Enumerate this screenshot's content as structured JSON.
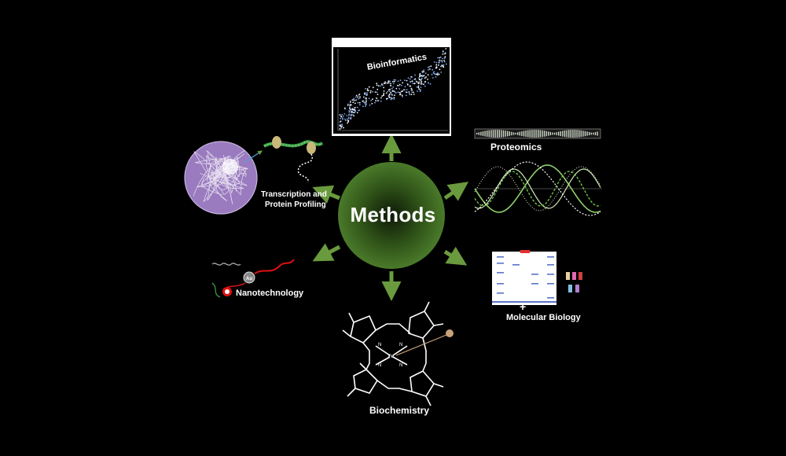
{
  "center": {
    "label": "Methods"
  },
  "nodes": {
    "bioinformatics": {
      "label": "Bioinformatics",
      "plot_title": "Similarities between Biological Sequence"
    },
    "proteomics": {
      "label": "Proteomics"
    },
    "transcription": {
      "label_line1": "Transcription and",
      "label_line2": "Protein Profiling"
    },
    "nanotechnology": {
      "label": "Nanotechnology",
      "particle_label": "Au"
    },
    "biochemistry": {
      "label": "Biochemistry",
      "metal_label": "Fe",
      "n_label": "N"
    },
    "molecular_biology": {
      "label": "Molecular Biology",
      "plus_sign": "+"
    }
  },
  "colors": {
    "background": "#000000",
    "center_fill": "#3f6a22",
    "arrow": "#6a9a3e",
    "nucleus": "#9a7bbf",
    "gel_band": "#5a74c8",
    "gel_marker": "#e53030",
    "wave_light": "#cfe8b8",
    "wave_green": "#8fd16a"
  }
}
